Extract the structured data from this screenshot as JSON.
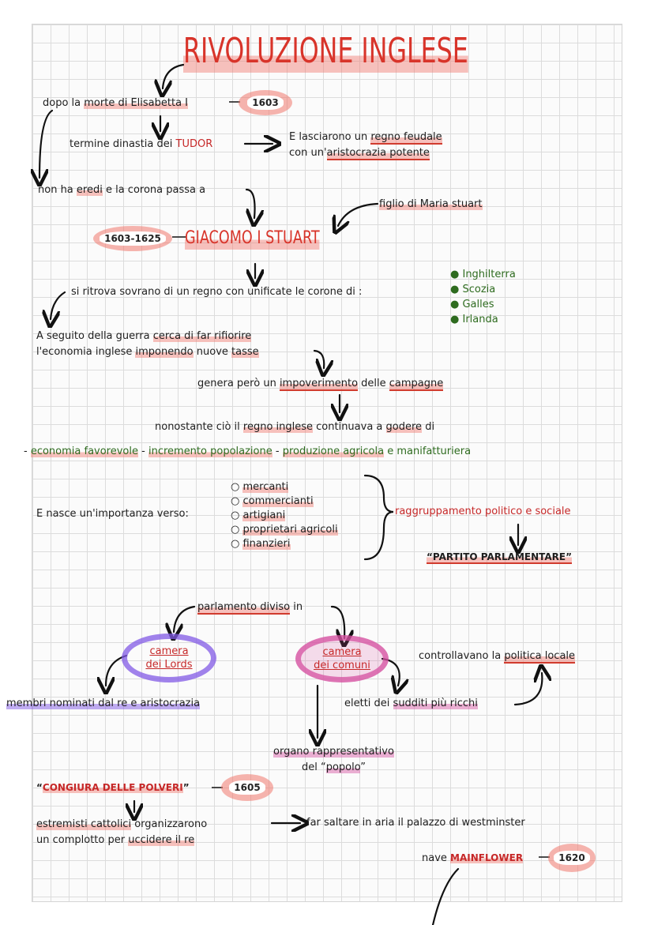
{
  "title": "RIVOLUZIONE INGLESE",
  "dopo": {
    "a": "dopo la ",
    "b": "morte di Elisabetta I",
    "year": "1603"
  },
  "termine": {
    "a": "termine dinastia dei ",
    "b": "TUDOR"
  },
  "lasciarono": {
    "line1a": "E lasciarono un ",
    "line1b": "regno feudale",
    "line2a": "con un'",
    "line2b": "aristocrazia potente"
  },
  "eredi": {
    "a": "non ha ",
    "b": "eredi",
    "c": " e la corona passa a"
  },
  "figlio": "figlio di Maria stuart",
  "giacomo": {
    "years": "1603-1625",
    "name": "GIACOMO I STUART"
  },
  "sovrano": "si ritrova sovrano di un regno con unificate le corone di :",
  "corone": [
    "Inghilterra",
    "Scozia",
    "Galles",
    "Irlanda"
  ],
  "guerra": {
    "l1a": "A seguito della guerra ",
    "l1b": "cerca di far rifiorire",
    "l2a": "l'economia inglese ",
    "l2b": "imponendo",
    "l2c": " nuove ",
    "l2d": "tasse"
  },
  "genera": {
    "a": "genera però un ",
    "b": "impoverimento",
    "c": " delle ",
    "d": "campagne"
  },
  "nonostante": {
    "a": "nonostante ciò il ",
    "b": "regno inglese",
    "c": " continuava a ",
    "d": "godere",
    "e": " di"
  },
  "godere": {
    "a": "- ",
    "b": "economia favorevole",
    "c": " - ",
    "d": "incremento popolazione",
    "e": " - ",
    "f": "produzione agricola",
    "g": " e manifatturiera"
  },
  "nasce": "E nasce un'importanza verso:",
  "categorie": [
    "mercanti",
    "commercianti",
    "artigiani",
    "proprietari agricoli",
    "finanzieri"
  ],
  "raggruppamento": "raggruppamento politico e sociale",
  "partito": "“PARTITO PARLAMENTARE”",
  "parlamento": {
    "a": "parlamento diviso",
    "b": " in"
  },
  "lords": {
    "l1": "camera",
    "l2": "dei Lords"
  },
  "comuni": {
    "l1": "camera",
    "l2": "dei comuni"
  },
  "membri": {
    "a": "membri nominati",
    "b": " dal re e aristocrazia"
  },
  "controllavano": {
    "a": "controllavano la ",
    "b": "politica locale"
  },
  "eletti": {
    "a": "eletti dei ",
    "b": "sudditi più ricchi"
  },
  "organo": {
    "l1": "organo rappresentativo",
    "l2a": "del “",
    "l2b": "popolo",
    "l2c": "”"
  },
  "congiura": {
    "q1": "“",
    "name": "CONGIURA DELLE POLVERI",
    "q2": "”",
    "year": "1605"
  },
  "estremisti": {
    "l1a": "estremisti cattolici",
    "l1b": " organizzarono",
    "l2a": "un complotto per ",
    "l2b": "uccidere il re"
  },
  "saltare": "far saltare in aria il palazzo di westminster",
  "nave": {
    "a": "nave ",
    "b": "MAINFLOWER",
    "year": "1620"
  }
}
